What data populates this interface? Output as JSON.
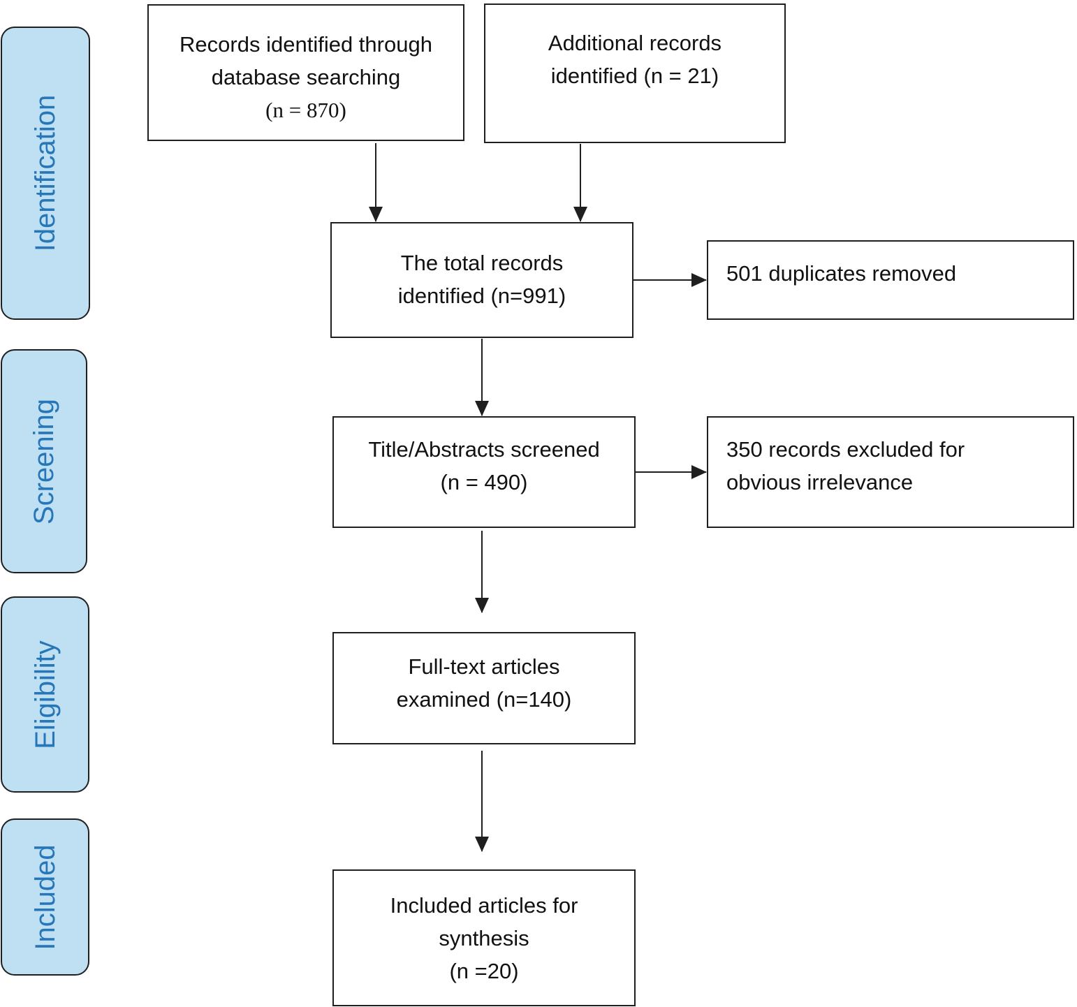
{
  "phases": {
    "identification": "Identification",
    "screening": "Screening",
    "eligibility": "Eligibility",
    "included": "Included"
  },
  "boxes": {
    "database_records": [
      "Records identified through",
      "database searching",
      "(n = 870)"
    ],
    "additional_records": [
      "Additional records",
      "identified (n = 21)"
    ],
    "total_records": [
      "The total records",
      "identified (n=991)"
    ],
    "duplicates_removed": [
      "501 duplicates removed"
    ],
    "screened": [
      "Title/Abstracts screened",
      "(n = 490)"
    ],
    "excluded": [
      "350 records excluded for",
      "obvious irrelevance"
    ],
    "full_text": [
      "Full-text articles",
      "examined (n=140)"
    ],
    "included_articles": [
      "Included articles for",
      "synthesis",
      "(n =20)"
    ]
  },
  "colors": {
    "phase_fill": "#bfe0f2",
    "phase_text": "#2676b8",
    "stroke": "#1f1f1f"
  }
}
